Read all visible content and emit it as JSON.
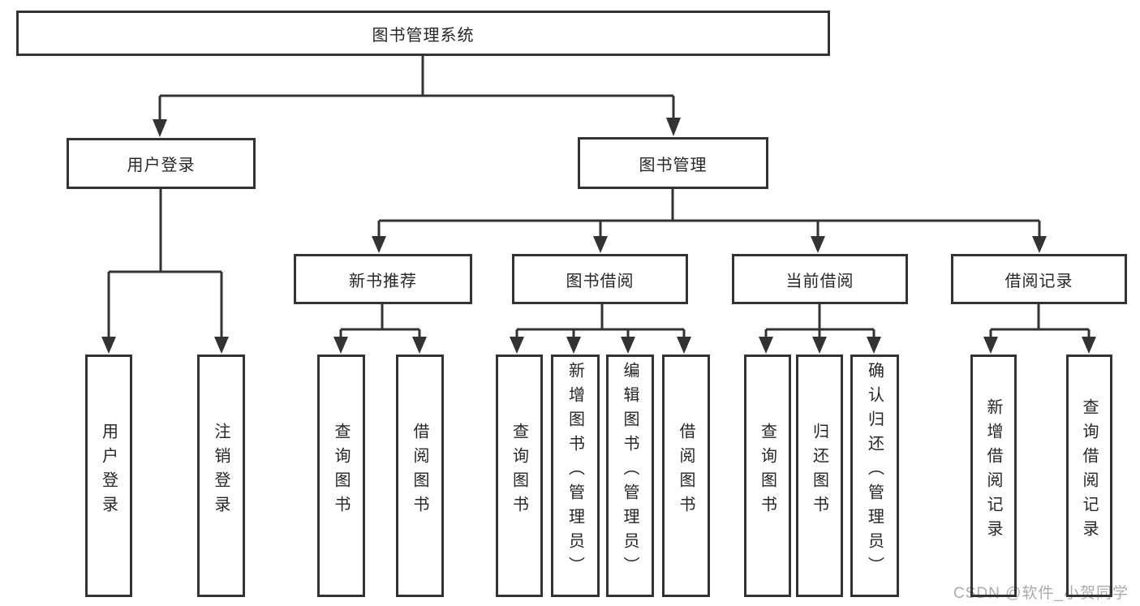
{
  "colors": {
    "bg": "#ffffff",
    "line": "#333333",
    "text": "#262626",
    "wm": "#ababab"
  },
  "nodes": {
    "root": {
      "label": "图书管理系统"
    },
    "user_login": {
      "label": "用户登录"
    },
    "book_mgmt": {
      "label": "图书管理"
    },
    "new_book_rec": {
      "label": "新书推荐"
    },
    "book_borrow": {
      "label": "图书借阅"
    },
    "current_borrow": {
      "label": "当前借阅"
    },
    "borrow_record": {
      "label": "借阅记录"
    },
    "leaf_user_login": {
      "label": "用户登录"
    },
    "leaf_logout": {
      "label": "注销登录"
    },
    "leaf_nb_query": {
      "label": "查询图书"
    },
    "leaf_nb_borrow": {
      "label": "借阅图书"
    },
    "leaf_bb_query": {
      "label": "查询图书"
    },
    "leaf_bb_add": {
      "label": "新增图书（管理员）"
    },
    "leaf_bb_edit": {
      "label": "编辑图书（管理员）"
    },
    "leaf_bb_borrow": {
      "label": "借阅图书"
    },
    "leaf_cb_query": {
      "label": "查询图书"
    },
    "leaf_cb_return": {
      "label": "归还图书"
    },
    "leaf_cb_confirm": {
      "label": "确认归还（管理员）"
    },
    "leaf_br_add": {
      "label": "新增借阅记录"
    },
    "leaf_br_query": {
      "label": "查询借阅记录"
    }
  },
  "watermark": {
    "text": "CSDN @软件_小贺同学"
  }
}
